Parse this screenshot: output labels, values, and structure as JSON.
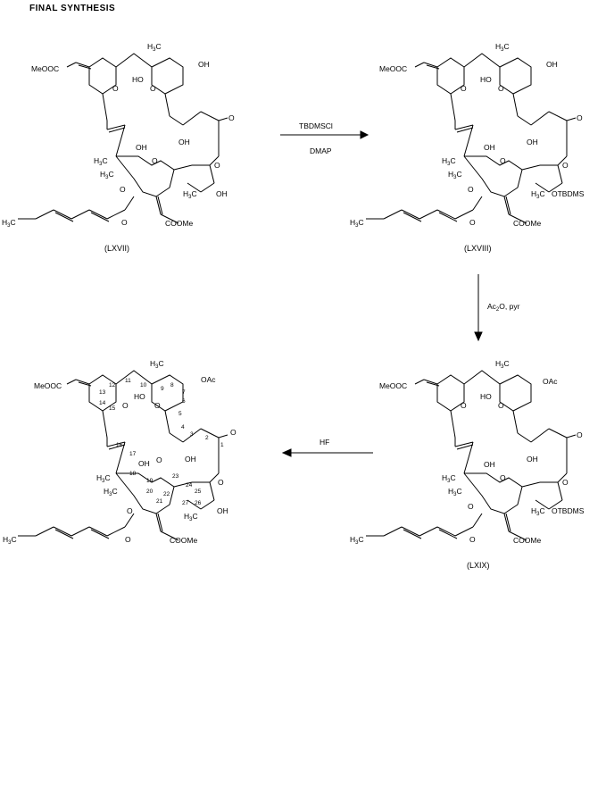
{
  "title": "FINAL  SYNTHESIS",
  "compounds": [
    "(LXVII)",
    "(LXVIII)",
    "(LXIX)"
  ],
  "reagents": {
    "step1": [
      "TBDMSCl",
      "DMAP"
    ],
    "step2": [
      "Ac",
      "2",
      "O, pyr"
    ],
    "step3": [
      "HF"
    ]
  },
  "atom_labels": {
    "ester_left": "MeOOC",
    "ester_bottom": "COOMe",
    "h3c": "H",
    "h3c_c": "C",
    "three": "3",
    "ho": "HO",
    "oh": "OH",
    "o": "O",
    "oac": "OAc",
    "otbdms": "OTBDMS"
  },
  "numbering": [
    "1",
    "2",
    "3",
    "4",
    "5",
    "6",
    "7",
    "8",
    "9",
    "10",
    "11",
    "12",
    "13",
    "14",
    "15",
    "16",
    "17",
    "18",
    "19",
    "20",
    "21",
    "22",
    "23",
    "24",
    "25",
    "26",
    "27"
  ]
}
